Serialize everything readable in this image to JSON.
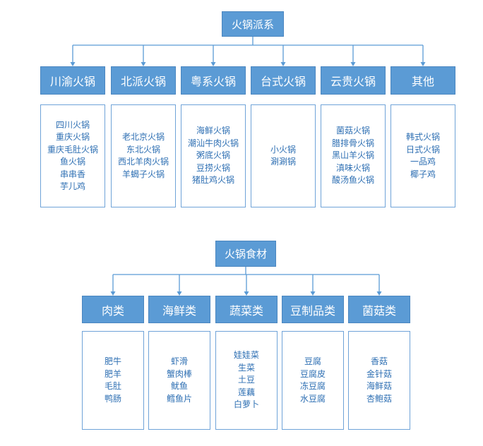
{
  "colors": {
    "header_fill": "#5b9bd5",
    "border": "#6fa3d8",
    "text": "#2e6fb3",
    "connector": "#5b9bd5"
  },
  "diagram1": {
    "root": "火锅派系",
    "children": [
      {
        "label": "川渝火锅",
        "items": [
          "四川火锅",
          "重庆火锅",
          "重庆毛肚火锅",
          "鱼火锅",
          "串串香",
          "芋儿鸡"
        ]
      },
      {
        "label": "北派火锅",
        "items": [
          "老北京火锅",
          "东北火锅",
          "西北羊肉火锅",
          "羊蝎子火锅"
        ]
      },
      {
        "label": "粤系火锅",
        "items": [
          "海鲜火锅",
          "潮汕牛肉火锅",
          "粥底火锅",
          "豆捞火锅",
          "猪肚鸡火锅"
        ]
      },
      {
        "label": "台式火锅",
        "items": [
          "小火锅",
          "涮涮锅"
        ]
      },
      {
        "label": "云贵火锅",
        "items": [
          "菌菇火锅",
          "腊排骨火锅",
          "黑山羊火锅",
          "滇味火锅",
          "酸汤鱼火锅"
        ]
      },
      {
        "label": "其他",
        "items": [
          "韩式火锅",
          "日式火锅",
          "一品鸡",
          "椰子鸡"
        ]
      }
    ]
  },
  "diagram2": {
    "root": "火锅食材",
    "children": [
      {
        "label": "肉类",
        "items": [
          "肥牛",
          "肥羊",
          "毛肚",
          "鸭肠"
        ]
      },
      {
        "label": "海鲜类",
        "items": [
          "虾滑",
          "蟹肉棒",
          "鱿鱼",
          "鳕鱼片"
        ]
      },
      {
        "label": "蔬菜类",
        "items": [
          "娃娃菜",
          "生菜",
          "土豆",
          "莲藕",
          "白萝卜"
        ]
      },
      {
        "label": "豆制品类",
        "items": [
          "豆腐",
          "豆腐皮",
          "冻豆腐",
          "水豆腐"
        ]
      },
      {
        "label": "菌菇类",
        "items": [
          "香菇",
          "金针菇",
          "海鲜菇",
          "杏鲍菇"
        ]
      }
    ]
  }
}
